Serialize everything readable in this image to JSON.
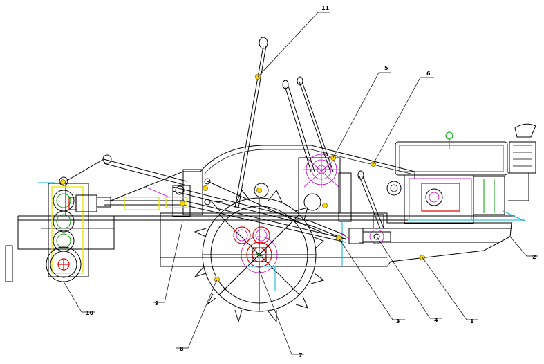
{
  "callouts": [
    {
      "id": "1",
      "label": "1"
    },
    {
      "id": "2",
      "label": "2"
    },
    {
      "id": "3",
      "label": "3"
    },
    {
      "id": "4",
      "label": "4"
    },
    {
      "id": "5",
      "label": "5"
    },
    {
      "id": "6",
      "label": "6"
    },
    {
      "id": "7",
      "label": "7"
    },
    {
      "id": "8",
      "label": "8"
    },
    {
      "id": "9",
      "label": "9"
    },
    {
      "id": "10",
      "label": "10"
    },
    {
      "id": "11",
      "label": "11"
    }
  ],
  "colors": {
    "line": "#000000",
    "magenta": "#c800c8",
    "cyan": "#00b4d8",
    "yellow": "#e6e600",
    "red": "#e00000",
    "green": "#00a000",
    "marker": "#ffd400"
  }
}
